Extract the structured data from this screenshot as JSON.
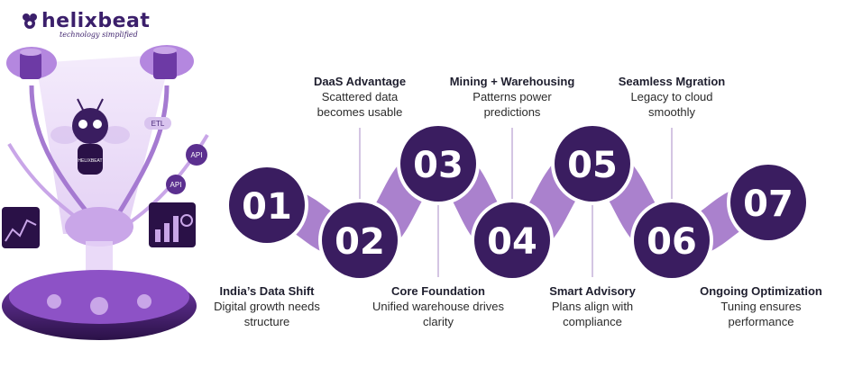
{
  "brand": {
    "name": "helixbeat",
    "tagline": "technology simplified"
  },
  "illustration": {
    "badges": [
      "API",
      "API",
      "ETL"
    ],
    "robot_label": "HELIXBEAT"
  },
  "steps": [
    {
      "number": "01",
      "title": "India’s Data Shift",
      "line1": "Digital growth needs",
      "line2": "structure"
    },
    {
      "number": "02",
      "title": "DaaS Advantage",
      "line1": "Scattered data",
      "line2": "becomes usable"
    },
    {
      "number": "03",
      "title": "Core Foundation",
      "line1": "Unified warehouse drives",
      "line2": "clarity"
    },
    {
      "number": "04",
      "title": "Mining + Warehousing",
      "line1": "Patterns power",
      "line2": "predictions"
    },
    {
      "number": "05",
      "title": "Smart Advisory",
      "line1": "Plans align with",
      "line2": "compliance"
    },
    {
      "number": "06",
      "title": "Seamless Mgration",
      "line1": "Legacy to cloud",
      "line2": "smoothly"
    },
    {
      "number": "07",
      "title": "Ongoing Optimization",
      "line1": "Tuning ensures",
      "line2": "performance"
    }
  ],
  "colors": {
    "circle": "#3a1d60",
    "ribbon": "#9b6bc4",
    "accent": "#c9a6e8",
    "text": "#2b2b2b"
  }
}
